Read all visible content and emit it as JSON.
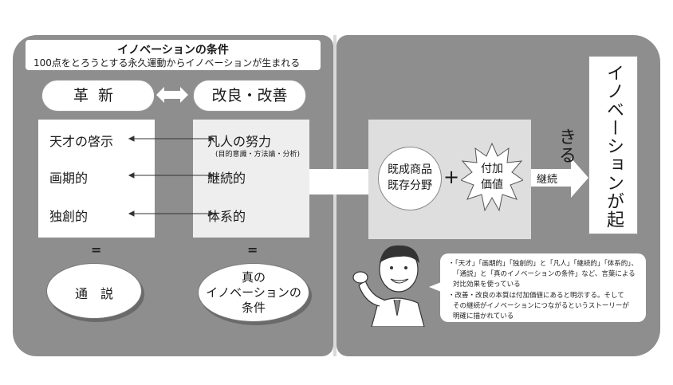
{
  "header": {
    "title": "イノベーションの条件",
    "subtitle": "100点をとろうとする永久運動からイノベーションが生まれる"
  },
  "pills": {
    "left": "革新",
    "right": "改良・改善"
  },
  "left_items": [
    "天才の啓示",
    "画期的",
    "独創的"
  ],
  "mid_items": [
    "凡人の努力",
    "継続的",
    "体系的"
  ],
  "mid_sub": "(目的意識・方法論・分析)",
  "equals": "=",
  "ovals": {
    "left": "通　説",
    "mid_lines": [
      "真の",
      "イノベーションの",
      "条件"
    ]
  },
  "product": {
    "circle_lines": [
      "既成商品",
      "既存分野"
    ],
    "plus": "+",
    "star_lines": [
      "付加",
      "価値"
    ],
    "continue_label": "継続"
  },
  "result": "イノベーションが起きる",
  "note": {
    "lines": [
      "・「天才」「画期的」「独創的」と「凡人」「継続的」「体系的」、",
      "「通説」と「真のイノベーションの条件」など、言葉による",
      "対比効果を使っている",
      "・改善・改良の本質は付加価値にあると明示する。そして",
      "その継続がイノベーションにつながるというストーリーが",
      "明確に描かれている"
    ]
  },
  "colors": {
    "panel": "#8e8e8e",
    "box": "#ffffff",
    "accent_box": "#dedede"
  }
}
